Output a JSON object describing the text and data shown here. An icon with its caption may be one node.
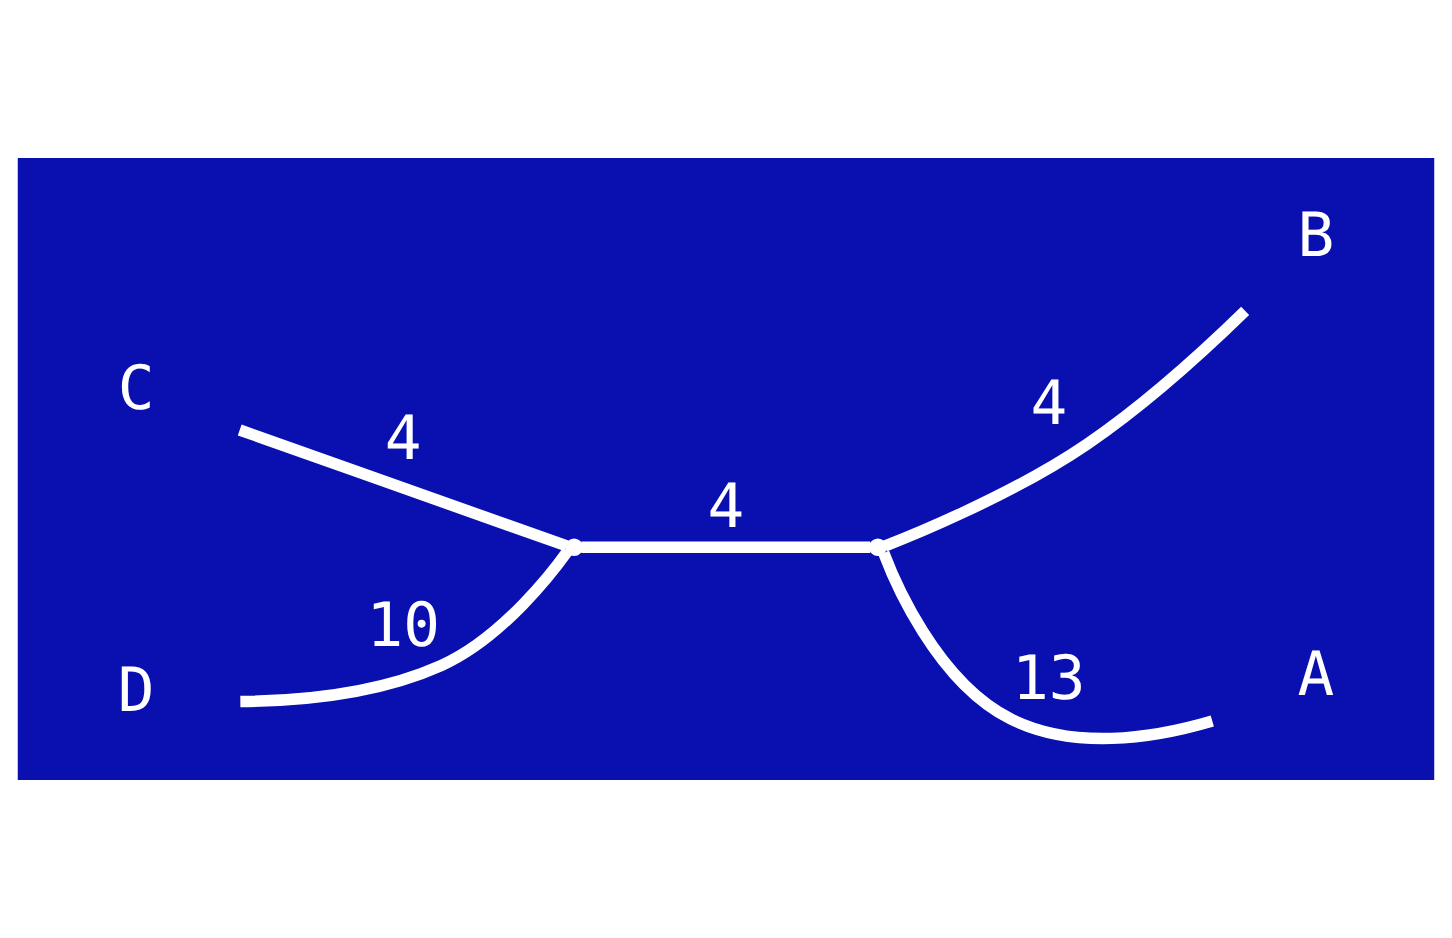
{
  "diagram": {
    "nodes": [
      {
        "text": [
          "C"
        ]
      },
      {
        "text": [
          "B"
        ]
      },
      {
        "text": [],
        "shape": "point"
      },
      {
        "text": [],
        "shape": "point"
      },
      {
        "text": [
          "D"
        ]
      },
      {
        "text": [
          "A"
        ]
      }
    ],
    "edges": [
      {
        "from": 0,
        "to": 2,
        "arrow": "none",
        "label": "4"
      },
      {
        "from": 1,
        "to": 3,
        "arrow": "none",
        "label": "4"
      },
      {
        "from": 2,
        "to": 3,
        "arrow": "none",
        "label": "4"
      },
      {
        "from": 4,
        "to": 2,
        "arrow": "none",
        "label": "10"
      },
      {
        "from": 5,
        "to": 3,
        "arrow": "none",
        "label": "13"
      }
    ]
  }
}
